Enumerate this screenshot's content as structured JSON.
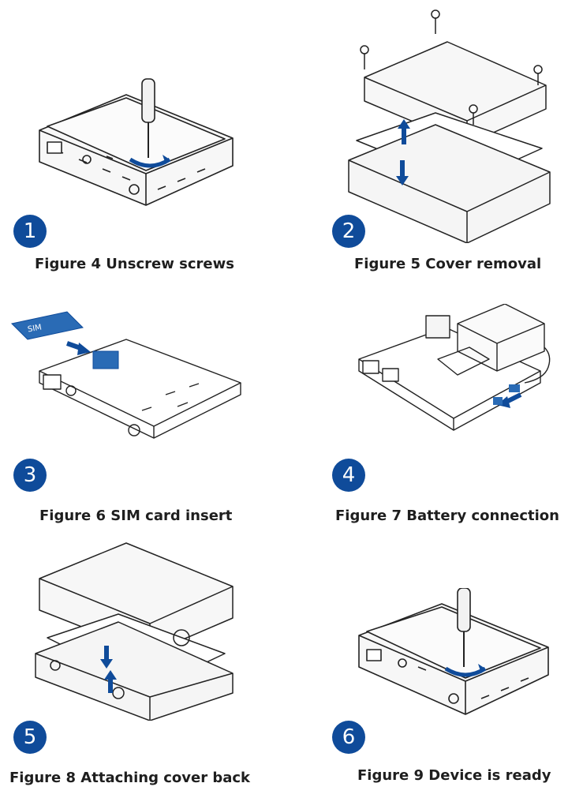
{
  "accent_color": "#0f4b9a",
  "steps": [
    {
      "number": "1",
      "caption": "Figure 4 Unscrew screws"
    },
    {
      "number": "2",
      "caption": "Figure 5 Cover removal"
    },
    {
      "number": "3",
      "caption": "Figure 6 SIM card insert"
    },
    {
      "number": "4",
      "caption": "Figure 7 Battery connection"
    },
    {
      "number": "5",
      "caption": "Figure 8 Attaching cover back"
    },
    {
      "number": "6",
      "caption": "Figure 9 Device is ready"
    }
  ],
  "illustrations": {
    "sim_card_text": "SIM"
  }
}
